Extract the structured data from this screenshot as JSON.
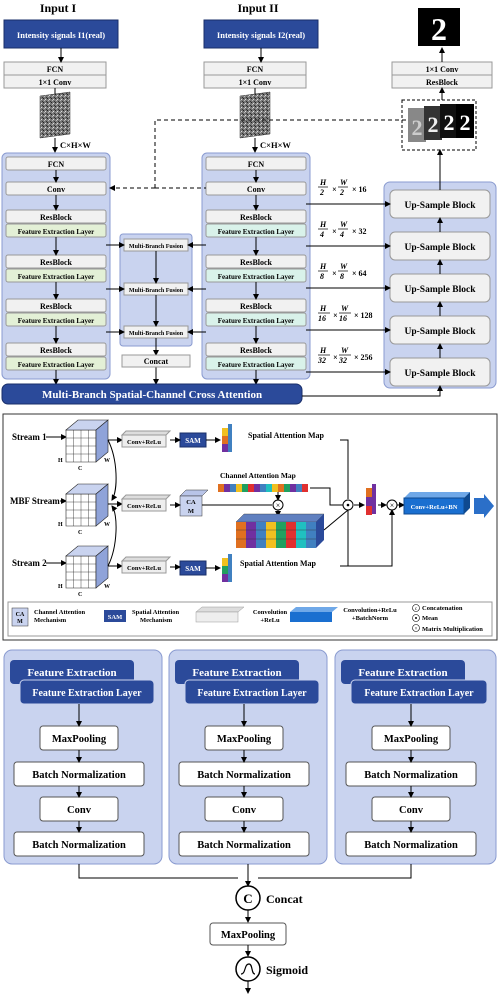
{
  "top": {
    "input1": "Input I",
    "input2": "Input II",
    "signal1": "Intensity signals I1(real)",
    "signal2": "Intensity signals I2(real)",
    "fcn": "FCN",
    "conv1x1": "1×1 Conv",
    "chw": "C×H×W",
    "conv": "Conv",
    "resblock": "ResBlock",
    "fel": "Feature Extraction Layer",
    "mbf": "Multi-Branch Fusion",
    "concat": "Concat",
    "mbsca": "Multi-Branch Spatial-Channel Cross Attention",
    "upsample": "Up-Sample Block",
    "out_conv": "1×1 Conv",
    "out_resblock": "ResBlock",
    "output_digit": "2",
    "seq_digits": [
      "2",
      "2",
      "2",
      "2"
    ],
    "scales": [
      {
        "num": "H",
        "den": "2",
        "num2": "W",
        "den2": "2",
        "ch": "× 16"
      },
      {
        "num": "H",
        "den": "4",
        "num2": "W",
        "den2": "4",
        "ch": "× 32"
      },
      {
        "num": "H",
        "den": "8",
        "num2": "W",
        "den2": "8",
        "ch": "× 64"
      },
      {
        "num": "H",
        "den": "16",
        "num2": "W",
        "den2": "16",
        "ch": "× 128"
      },
      {
        "num": "H",
        "den": "32",
        "num2": "W",
        "den2": "32",
        "ch": "× 256"
      }
    ]
  },
  "middle": {
    "stream1": "Stream 1",
    "mbf_stream": "MBF Stream",
    "stream2": "Stream 2",
    "axis_h": "H",
    "axis_c": "C",
    "axis_w": "W",
    "conv_relu": "Conv+ReLu",
    "sam": "SAM",
    "cam": "CA\nM",
    "spatial_map": "Spatial Attention Map",
    "channel_map": "Channel Attention Map",
    "final_block": "Conv+ReLu+BN",
    "legend": {
      "cam_box": "CA\nM",
      "cam_text": "Channel Attention\nMechanism",
      "sam_box": "SAM",
      "sam_text": "Spatial Attention\nMechanism",
      "conv_text": "Convolution\n+ReLu",
      "convbn_text": "Convolution+ReLu\n+BatchNorm",
      "concat_sym": "c",
      "concat_text": "Concatenation",
      "mean_text": "Mean",
      "matmul_text": "Matrix Multiplication"
    }
  },
  "bottom": {
    "fe": "Feature Extraction",
    "fel": "Feature Extraction Layer",
    "maxpool": "MaxPooling",
    "bn": "Batch Normalization",
    "conv": "Conv",
    "concat_sym": "C",
    "concat": "Concat",
    "maxpool2": "MaxPooling",
    "sigmoid": "Sigmoid"
  },
  "colors": {
    "dark_blue": "#2b4a9a",
    "panel_blue": "#c9d3ef",
    "light_teal": "#d9f2ea",
    "light_green": "#e3f0d6",
    "gray_box": "#f1f1f1"
  }
}
